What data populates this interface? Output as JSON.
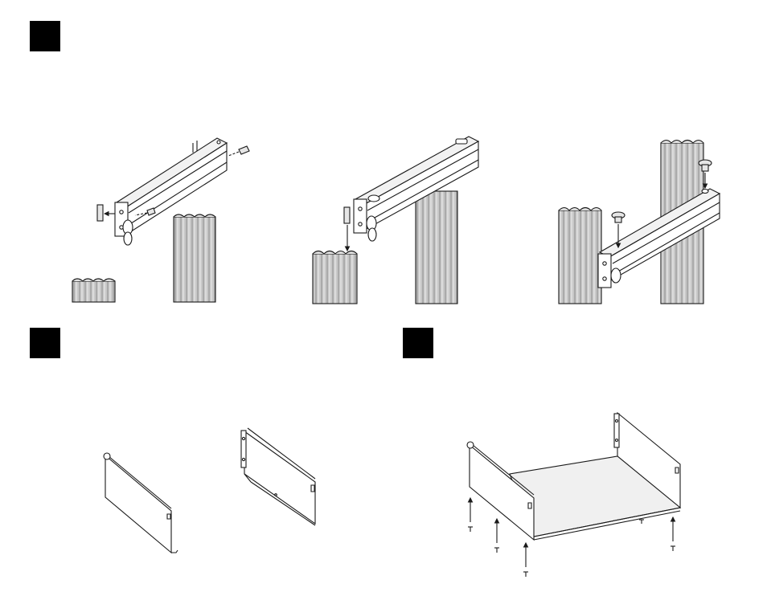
{
  "colors": {
    "line": "#1a1a1a",
    "metal": "#e6e6e6",
    "extrusion": "#c4c4c4",
    "extrusion_dark": "#9a9a9a",
    "step_marker": "#000000"
  },
  "steps": [
    {
      "marker": "step-marker-1",
      "figures": [
        "bracket-with-screws",
        "bracket-on-post",
        "bracket-fastened"
      ]
    },
    {
      "marker": "step-marker-2",
      "figures": [
        "left-side-panel",
        "right-side-panel"
      ]
    },
    {
      "marker": "step-marker-3",
      "figures": [
        "assembled-shelf"
      ]
    }
  ]
}
